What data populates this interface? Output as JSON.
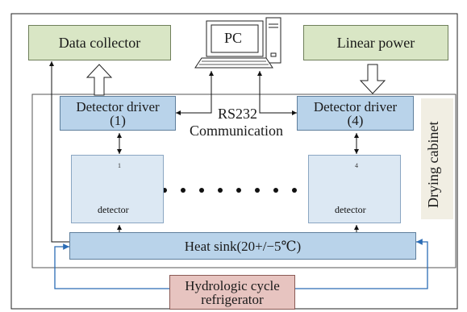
{
  "nodes": {
    "data_collector": "Data collector",
    "pc": "PC",
    "linear_power": "Linear power",
    "driver_left": {
      "line1": "Detector driver",
      "line2": "(1)"
    },
    "driver_right": {
      "line1": "Detector driver",
      "line2": "(4)"
    },
    "rs232": "RS232",
    "communication": "Communication",
    "drying_cabinet": "Drying cabinet",
    "detector_left": {
      "label": "detector",
      "number": "1"
    },
    "detector_right": {
      "label": "detector",
      "number": "4"
    },
    "heat_sink": "Heat sink(20+/−5℃)",
    "refrigerator": {
      "line1": "Hydrologic cycle",
      "line2": "refrigerator"
    }
  },
  "colors": {
    "green_box": "#d9e6c5",
    "blue_box": "#b9d3ea",
    "pink_box": "#e7c4c0",
    "blue_line": "#2b6cb5",
    "cabinet_bg": "#f1eee3"
  },
  "icons": {
    "computer": "pc-icon",
    "detector": "detector-photo"
  }
}
